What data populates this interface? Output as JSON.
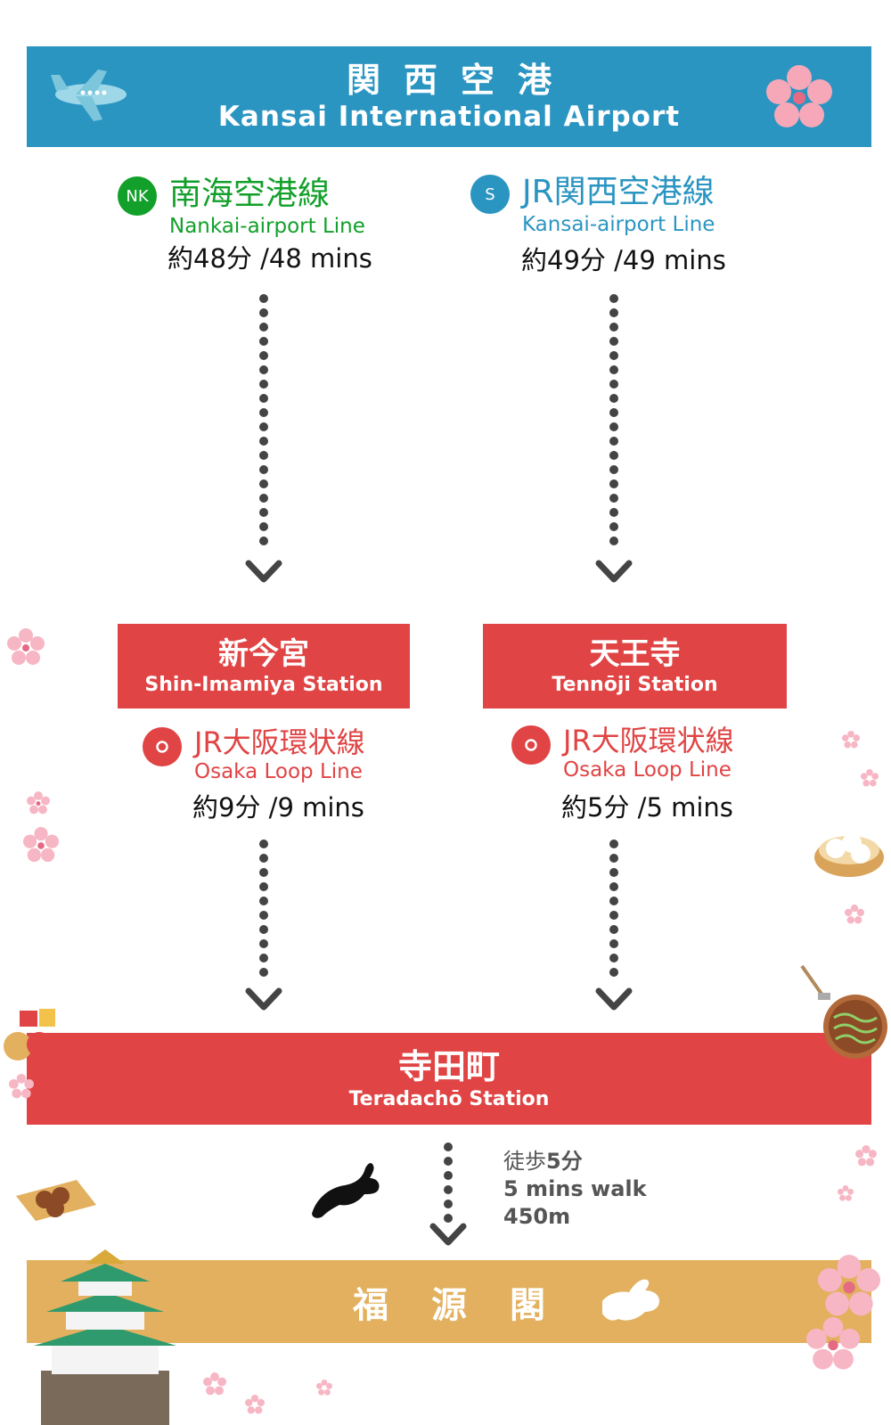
{
  "airport": {
    "name_jp": "関西空港",
    "name_en": "Kansai International Airport",
    "plane_icon": "airplane-icon",
    "flower_icon": "cherry-blossom-icon"
  },
  "routes": [
    {
      "badge": "NK",
      "badge_color": "#12a02a",
      "line_jp": "南海空港線",
      "line_en": "Nankai-airport Line",
      "time": "約48分 /48 mins",
      "station_jp": "新今宮",
      "station_en": "Shin-Imamiya Station",
      "loop_badge_icon": "loop-line-ring-icon",
      "loop_jp": "JR大阪環状線",
      "loop_en": "Osaka Loop Line",
      "loop_time": "約9分 /9 mins"
    },
    {
      "badge": "S",
      "badge_color": "#2b95c2",
      "line_jp": "JR関西空港線",
      "line_en": "Kansai-airport Line",
      "time": "約49分 /49 mins",
      "station_jp": "天王寺",
      "station_en": "Tennōji Station",
      "loop_badge_icon": "loop-line-ring-icon",
      "loop_jp": "JR大阪環状線",
      "loop_en": "Osaka Loop Line",
      "loop_time": "約5分 /5 mins"
    }
  ],
  "transfer": {
    "name_jp": "寺田町",
    "name_en": "Teradachō Station"
  },
  "walk": {
    "line1_prefix": "徒歩",
    "line1_bold": "5分",
    "line2": "5 mins walk",
    "line3": "450m",
    "icon": "rabbit-icon"
  },
  "destination": {
    "name_jp": "福源閣",
    "icon": "rabbit-icon"
  },
  "colors": {
    "blue": "#2b95c2",
    "green": "#12a02a",
    "red": "#e04444",
    "gold": "#e2b05e",
    "arrow": "#444444"
  }
}
